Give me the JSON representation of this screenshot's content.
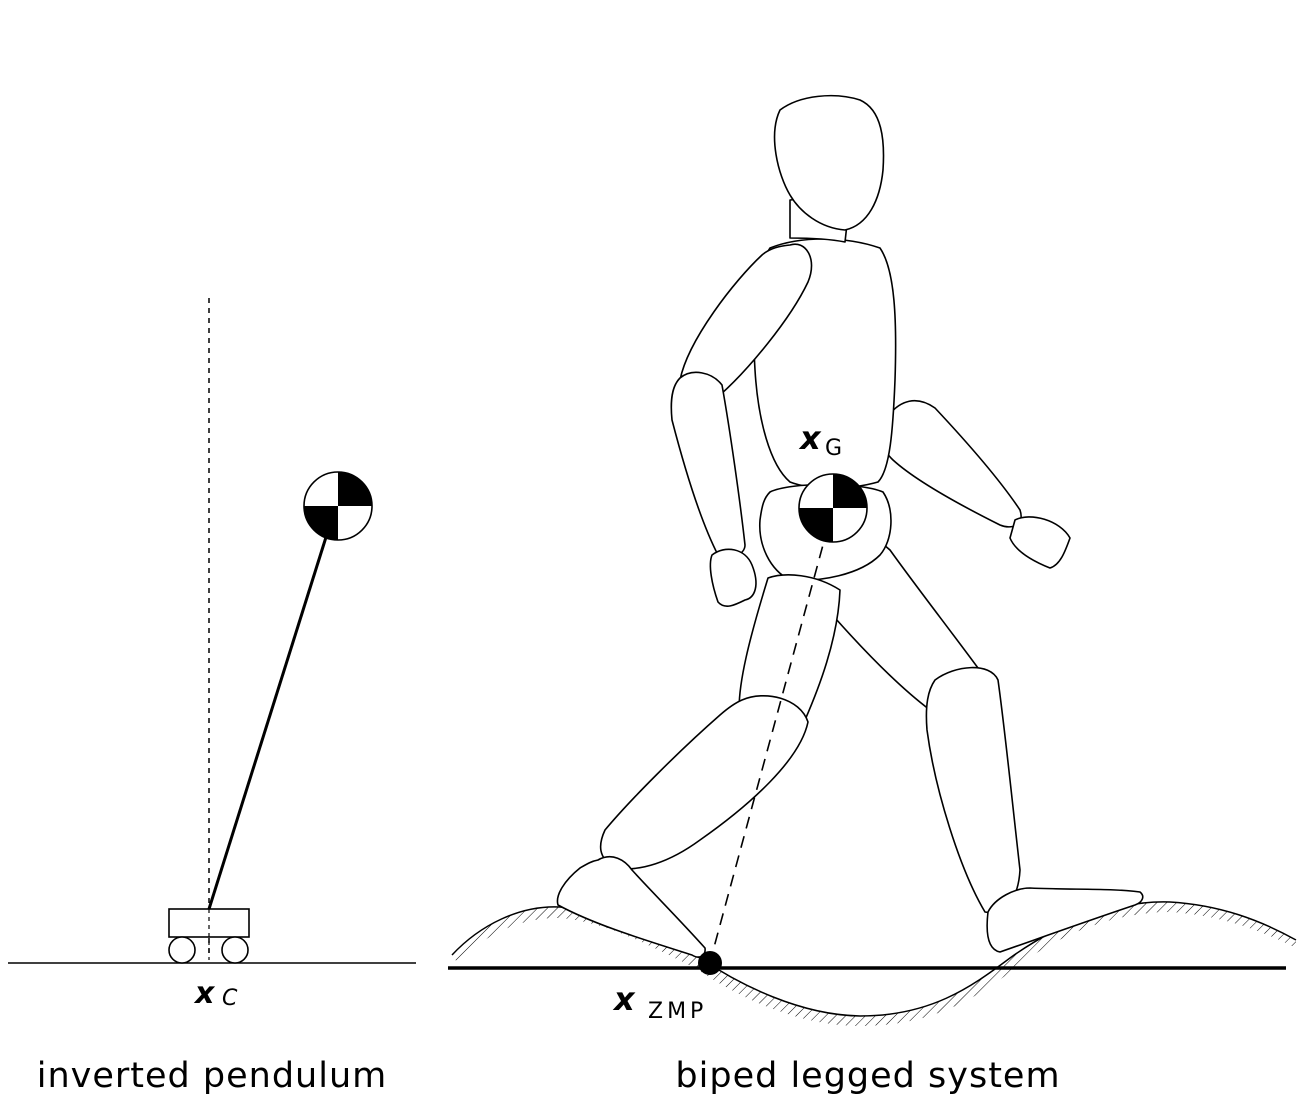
{
  "pendulum": {
    "caption": "inverted pendulum",
    "var_main": "x",
    "var_sub": "C"
  },
  "biped": {
    "caption": "biped legged system",
    "cog_main": "x",
    "cog_sub": "G",
    "zmp_main": "x",
    "zmp_sub": "ZMP"
  },
  "colors": {
    "line": "#000000",
    "fill": "#ffffff"
  }
}
